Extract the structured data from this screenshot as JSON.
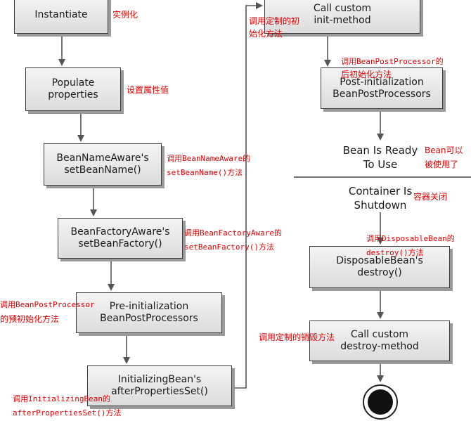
{
  "boxes": {
    "instantiate": {
      "line1": "Instantiate",
      "note": "实例化"
    },
    "populate": {
      "line1": "Populate",
      "line2": "properties",
      "note": "设置属性值"
    },
    "bean_name_aware": {
      "line1": "BeanNameAware's",
      "line2": "setBeanName()",
      "note1": "调用BeanNameAware的",
      "note2": "setBeanName()方法"
    },
    "bean_factory_aware": {
      "line1": "BeanFactoryAware's",
      "line2": "setBeanFactory()",
      "note1": "调用BeanFactoryAware的",
      "note2": "setBeanFactory()方法"
    },
    "pre_init": {
      "line1": "Pre-initialization",
      "line2": "BeanPostProcessors",
      "note1": "调用BeanPostProcessor",
      "note2": "的预初始化方法"
    },
    "initializing_bean": {
      "line1": "InitializingBean's",
      "line2": "afterPropertiesSet()",
      "note1": "调用InitializingBean的",
      "note2": "afterPropertiesSet()方法"
    },
    "custom_init": {
      "line1": "Call custom",
      "line2": "init-method",
      "note1": "调用定制的初",
      "note2": "始化方法"
    },
    "post_init": {
      "line1": "Post-initialization",
      "line2": "BeanPostProcessors",
      "note1": "调用BeanPostProcessor的",
      "note2": "后初始化方法"
    },
    "bean_ready": {
      "line1": "Bean Is Ready",
      "line2": "To Use",
      "note1": "Bean可以",
      "note2": "被使用了"
    },
    "container_shutdown": {
      "line1": "Container Is",
      "line2": "Shutdown",
      "note": "容器关闭"
    },
    "disposable_bean": {
      "line1": "DisposableBean's",
      "line2": "destroy()",
      "note1": "调用DisposableBean的",
      "note2": "destroy()方法"
    },
    "custom_destroy": {
      "line1": "Call custom",
      "line2": "destroy-method",
      "note": "调用定制的销毁方法"
    }
  },
  "colors": {
    "note": "#e00000",
    "box_border": "#3a3a3a",
    "shadow": "#9a9a9a"
  }
}
